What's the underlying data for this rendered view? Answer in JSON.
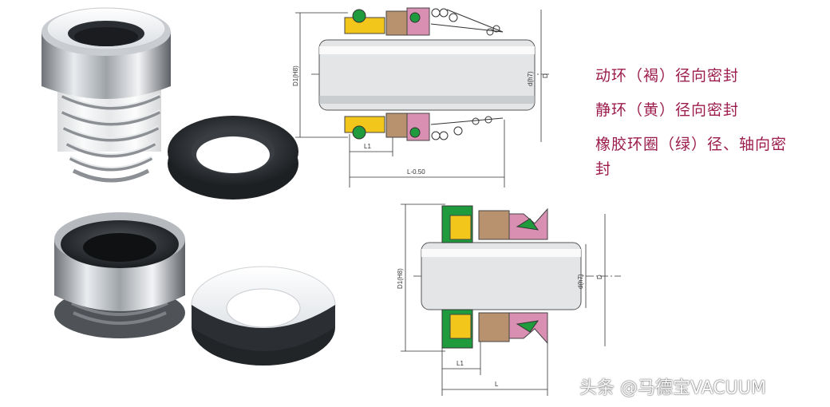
{
  "labels": {
    "dynamic_ring": "动环（褐）径向密封",
    "static_ring": "静环（黄）径向密封",
    "rubber_ring_line1": "橡胶环圈（绿）径、轴向密",
    "rubber_ring_line2": "封"
  },
  "top_drawing": {
    "d1": "D1(H8)",
    "d": "d(h7)",
    "D": "D",
    "L1": "L1",
    "L": "L-0.50"
  },
  "bottom_drawing": {
    "d1": "D1(H8)",
    "d": "d(h7)",
    "D": "D",
    "L1": "L1",
    "L": "L"
  },
  "watermark": "头条 @马德宝VACUUM",
  "colors": {
    "label_text": "#9c1d4c",
    "yellow_ring": "#f3c61b",
    "green_rubber": "#1f9a3c",
    "brown_ring": "#b8926e",
    "pink_retainer": "#d98fb1"
  }
}
